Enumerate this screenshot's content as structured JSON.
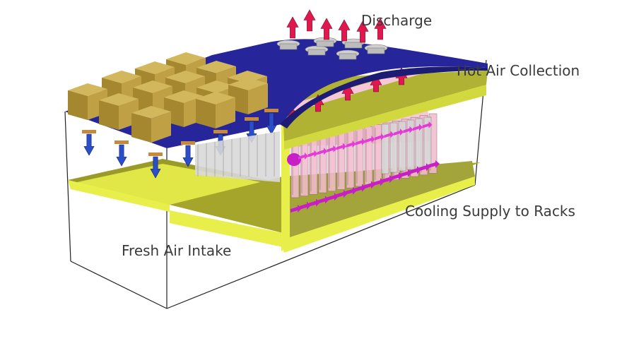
{
  "labels": {
    "discharge": "Discharge",
    "hot_air_collection": "Hot Air Collection",
    "cooling_supply": "Cooling Supply to Racks",
    "fresh_air_intake": "Fresh Air Intake"
  },
  "colors": {
    "roof_blue": "#26269a",
    "floor_yellow": "#e8ef4a",
    "floor_olive": "#9a9a2a",
    "unit_tan": "#b89a3a",
    "arrow_red": "#e0184e",
    "arrow_blue": "#2a4ec8",
    "rack_pink": "#f4c2d2",
    "rack_magenta": "#c81ec8",
    "wire": "#222222"
  }
}
